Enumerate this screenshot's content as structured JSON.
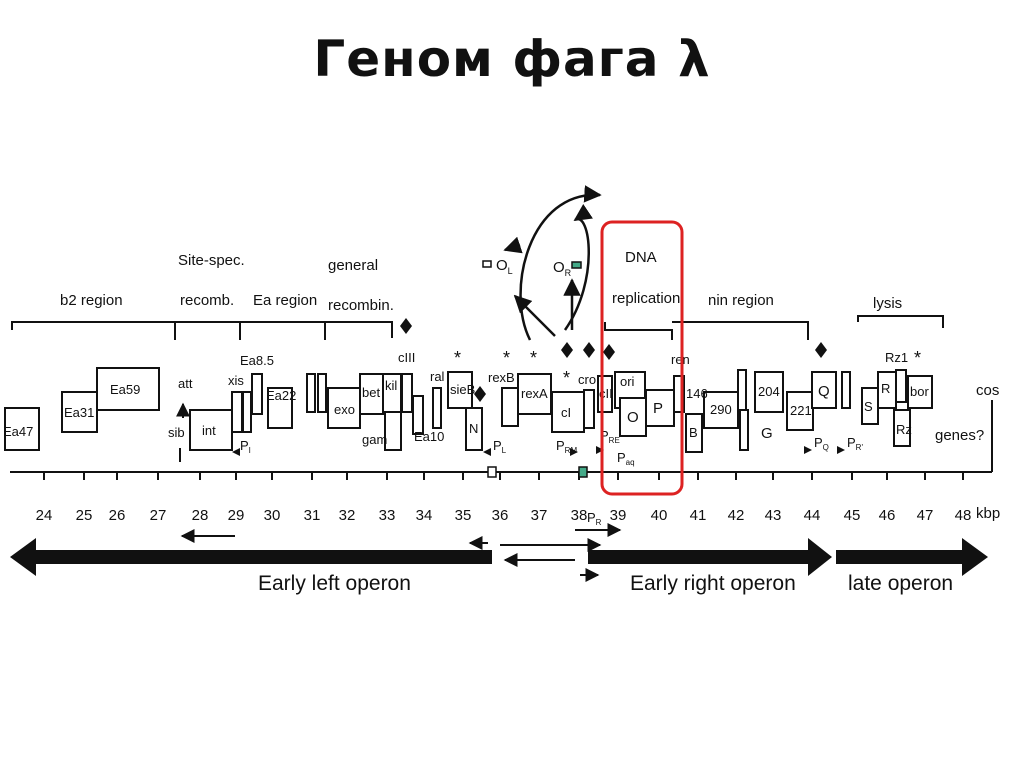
{
  "slide": {
    "title": "Геном фага λ"
  },
  "regions": [
    {
      "id": "b2",
      "label": "b2 region"
    },
    {
      "id": "sitespec1",
      "label": "Site-spec."
    },
    {
      "id": "sitespec2",
      "label": "recomb."
    },
    {
      "id": "ea",
      "label": "Ea region"
    },
    {
      "id": "general1",
      "label": "general"
    },
    {
      "id": "general2",
      "label": "recombin."
    },
    {
      "id": "dna1",
      "label": "DNA"
    },
    {
      "id": "dna2",
      "label": "replication"
    },
    {
      "id": "nin",
      "label": "nin region"
    },
    {
      "id": "lysis",
      "label": "lysis"
    }
  ],
  "genes": [
    "Ea47",
    "Ea31",
    "Ea59",
    "int",
    "att",
    "sib",
    "xis",
    "Ea8.5",
    "Ea22",
    "exo",
    "bet",
    "gam",
    "kil",
    "cIII",
    "Ea10",
    "ral",
    "sieB",
    "N",
    "rexB",
    "rexA",
    "cI",
    "cro",
    "cII",
    "ori",
    "O",
    "P",
    "ren",
    "146",
    "B",
    "290",
    "204",
    "G",
    "221",
    "Q",
    "S",
    "R",
    "Rz",
    "Rz1",
    "bor",
    "cos",
    "genes?"
  ],
  "promoters": [
    "P",
    "P",
    "P",
    "P",
    "P",
    "P",
    "P",
    "P"
  ],
  "promoter_subs": [
    "I",
    "L",
    "RM",
    "R",
    "RE",
    "aq",
    "Q",
    "R'"
  ],
  "operators": [
    {
      "label": "O",
      "sub": "L"
    },
    {
      "label": "O",
      "sub": "R"
    }
  ],
  "axis": {
    "ticks": [
      "24",
      "25",
      "26",
      "27",
      "28",
      "29",
      "30",
      "31",
      "32",
      "33",
      "34",
      "35",
      "36",
      "37",
      "38",
      "39",
      "40",
      "41",
      "42",
      "43",
      "44",
      "45",
      "46",
      "47",
      "48"
    ],
    "unit": "kbp"
  },
  "operons": [
    "Early left operon",
    "Early right operon",
    "late operon"
  ],
  "highlight_color": "#dd2222"
}
